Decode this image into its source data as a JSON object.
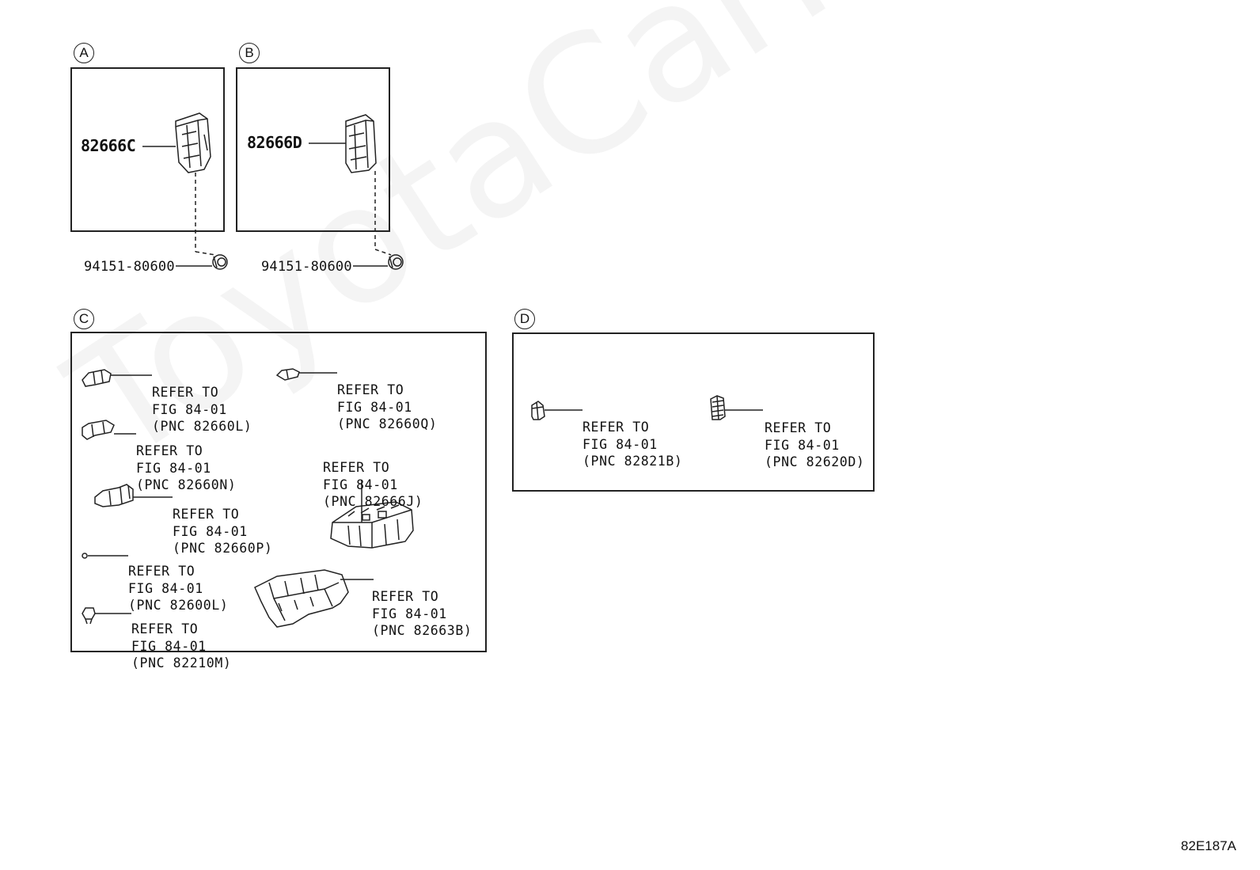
{
  "watermark": "ToyotaCarMine.ru",
  "diagram_code": "82E187A",
  "panels": {
    "a": {
      "label": "A",
      "part": "82666C",
      "clip": "94151-80600"
    },
    "b": {
      "label": "B",
      "part": "82666D",
      "clip": "94151-80600"
    },
    "c": {
      "label": "C",
      "refs": [
        {
          "l1": "REFER TO",
          "l2": "FIG 84-01",
          "l3": "(PNC 82660L)"
        },
        {
          "l1": "REFER TO",
          "l2": "FIG 84-01",
          "l3": "(PNC 82660Q)"
        },
        {
          "l1": "REFER TO",
          "l2": "FIG 84-01",
          "l3": "(PNC 82660N)"
        },
        {
          "l1": "REFER TO",
          "l2": "FIG 84-01",
          "l3": "(PNC 82666J)"
        },
        {
          "l1": "REFER TO",
          "l2": "FIG 84-01",
          "l3": "(PNC 82660P)"
        },
        {
          "l1": "REFER TO",
          "l2": "FIG 84-01",
          "l3": "(PNC 82600L)"
        },
        {
          "l1": "REFER TO",
          "l2": "FIG 84-01",
          "l3": "(PNC 82663B)"
        },
        {
          "l1": "REFER TO",
          "l2": "FIG 84-01",
          "l3": "(PNC 82210M)"
        }
      ]
    },
    "d": {
      "label": "D",
      "refs": [
        {
          "l1": "REFER TO",
          "l2": "FIG 84-01",
          "l3": "(PNC 82821B)"
        },
        {
          "l1": "REFER TO",
          "l2": "FIG 84-01",
          "l3": "(PNC 82620D)"
        }
      ]
    }
  }
}
